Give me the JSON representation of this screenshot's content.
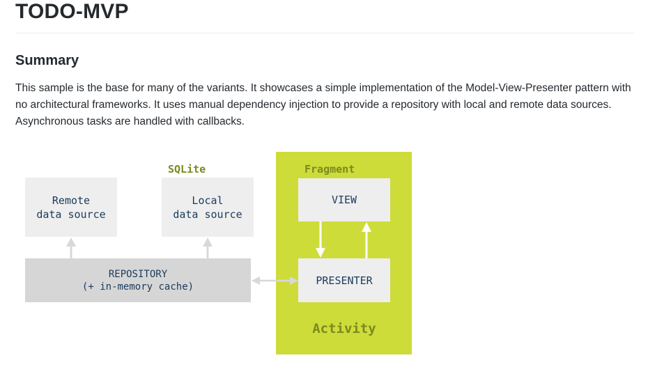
{
  "title": "TODO-MVP",
  "summary": {
    "heading": "Summary",
    "text": "This sample is the base for many of the variants. It showcases a simple implementation of the Model-View-Presenter pattern with no architectural frameworks. It uses manual dependency injection to provide a repository with local and remote data sources. Asynchronous tasks are handled with callbacks."
  },
  "diagram": {
    "sqlite_label": "SQLite",
    "fragment_label": "Fragment",
    "activity_label": "Activity",
    "remote": {
      "line1": "Remote",
      "line2": "data source"
    },
    "local": {
      "line1": "Local",
      "line2": "data source"
    },
    "view": "VIEW",
    "presenter": "PRESENTER",
    "repository": {
      "line1": "REPOSITORY",
      "line2": "(+ in-memory cache)"
    },
    "colors": {
      "activity_bg": "#cddc39",
      "green_text": "#7b8a1e",
      "box_light": "#eeeeee",
      "repository_bg": "#d6d6d6",
      "box_text": "#1a3b5c",
      "arrow": "#d8d8d8",
      "arrow_white": "#ffffff"
    }
  }
}
